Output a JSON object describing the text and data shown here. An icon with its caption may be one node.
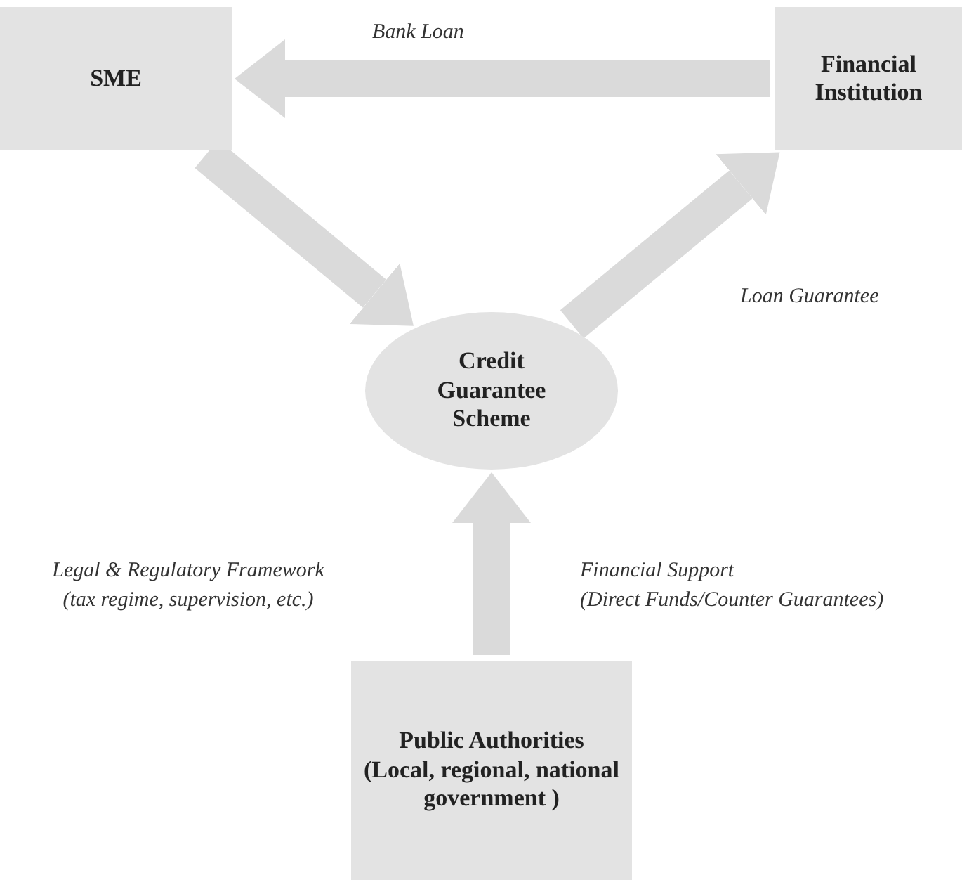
{
  "diagram": {
    "nodes": [
      {
        "text": [
          "SME"
        ]
      },
      {
        "text": [
          "Financial Institution"
        ]
      },
      {
        "text": [
          "Credit Guarantee Scheme"
        ]
      },
      {
        "text": [
          "Public Authorities",
          "(Local, regional, national government )"
        ]
      }
    ],
    "edges": [
      {
        "from": 1,
        "to": 0,
        "arrow": "to",
        "label": "Bank Loan"
      },
      {
        "from": 0,
        "to": 2,
        "arrow": "to"
      },
      {
        "from": 2,
        "to": 1,
        "arrow": "to",
        "label": "Loan Guarantee"
      },
      {
        "from": 3,
        "to": 2,
        "arrow": "to"
      }
    ],
    "labels": [
      "Legal & Regulatory Framework",
      "(tax regime, supervision, etc.)",
      "Financial Support",
      "(Direct Funds/Counter Guarantees)"
    ]
  }
}
